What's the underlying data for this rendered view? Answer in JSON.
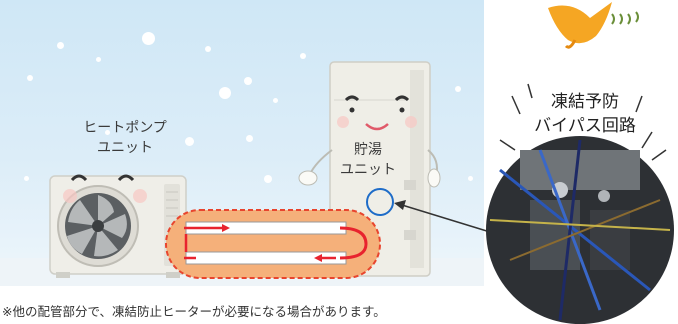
{
  "labels": {
    "heatpump": "ヒートポンプ\nユニット",
    "tank": "貯湯\nユニット",
    "bypass": "凍結予防\nバイパス回路"
  },
  "note": "※他の配管部分で、凍結防止ヒーターが必要になる場合があります。",
  "colors": {
    "sky": "#d3e9f7",
    "pipe_highlight": "#f5b07a",
    "pipe_border": "#e8452e",
    "arrow": "#e8232e",
    "circle_marker": "#1e6cc8",
    "bird": "#f5a623"
  },
  "icons": [
    "snowflake-dot",
    "heat-pump-unit",
    "water-tank-unit",
    "pipe-arrow",
    "photo-circle",
    "bird"
  ]
}
